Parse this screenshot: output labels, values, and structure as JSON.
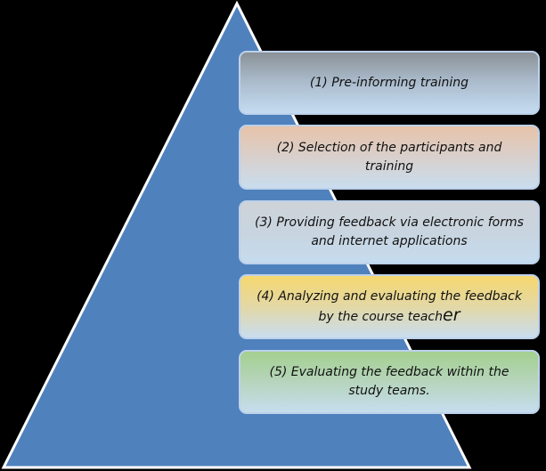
{
  "colors": {
    "background": "#000000",
    "pyramid_fill": "#4f81bd",
    "pyramid_edge": "#ffffff",
    "step_border": "#bcd1ea"
  },
  "steps": [
    {
      "label": "(1) Pre-informing training"
    },
    {
      "label": "(2) Selection of the participants and training"
    },
    {
      "label": "(3) Providing feedback via electronic forms and internet applications"
    },
    {
      "label_main": "(4) Analyzing and evaluating the feedback by the course teach",
      "label_tail": "er"
    },
    {
      "label": "(5) Evaluating the feedback within the study teams."
    }
  ]
}
